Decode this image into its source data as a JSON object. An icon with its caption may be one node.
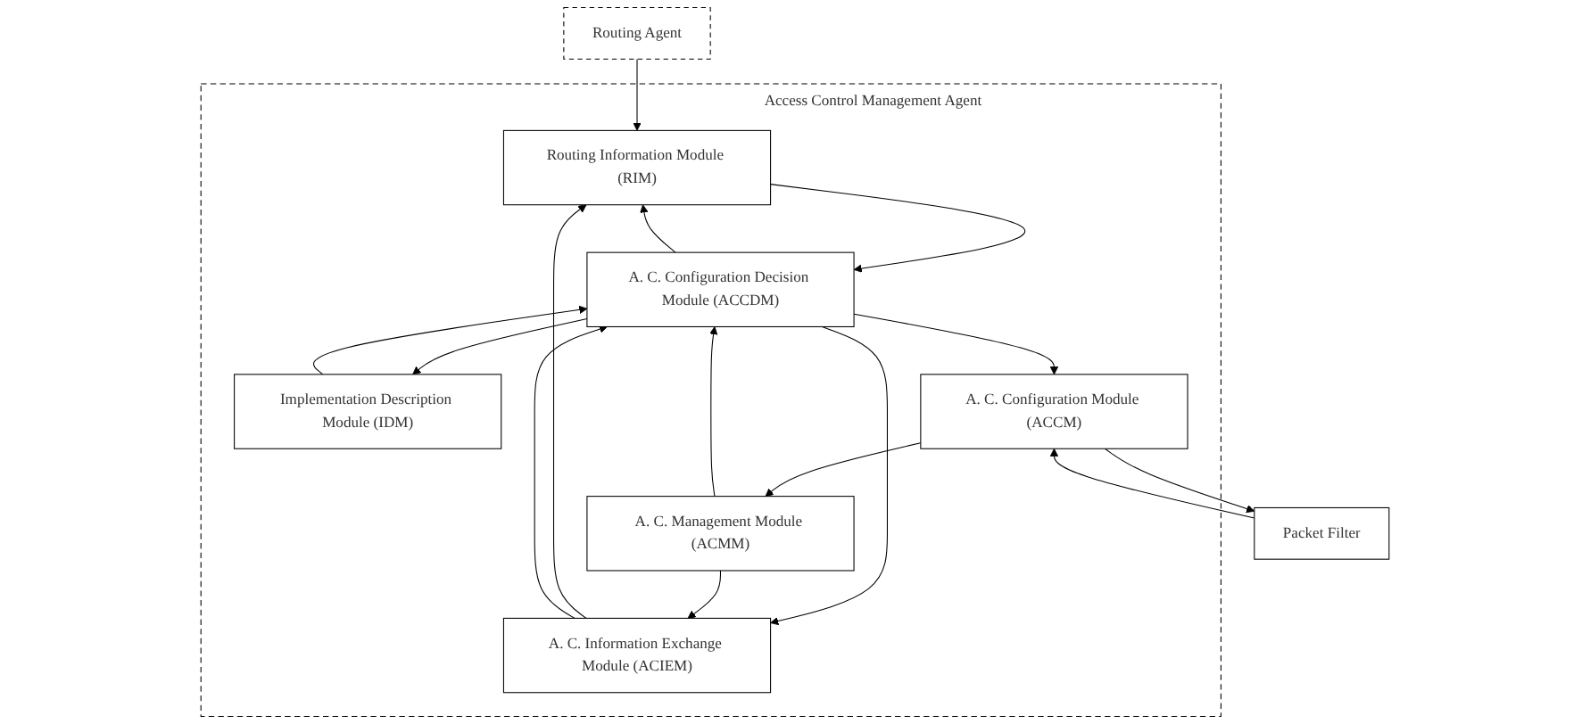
{
  "diagram": {
    "nodes": [
      {
        "text": [
          "Routing Agent"
        ]
      },
      {
        "text": [
          "Access Control Management Agent"
        ]
      },
      {
        "text": [
          "Routing Information Module (RIM)"
        ],
        "in": 1
      },
      {
        "text": [
          "A. C. Information Exchange Module (ACIEM)"
        ],
        "in": 1
      },
      {
        "text": [
          "Implementation Description Module (IDM)"
        ],
        "in": 1
      },
      {
        "text": [
          "A. C. Configuration Decision Module (ACCDM)"
        ],
        "in": 1
      },
      {
        "text": [
          "A. C. Management Module (ACMM)"
        ],
        "in": 1
      },
      {
        "text": [
          "A. C. Configuration Module (ACCM)"
        ],
        "in": 1
      },
      {
        "text": [
          "Packet Filter"
        ]
      }
    ],
    "edges": [
      {
        "from": 0,
        "to": 2,
        "arrow": "to"
      },
      {
        "from": 3,
        "to": 2,
        "arrow": "to"
      },
      {
        "from": 2,
        "to": 5,
        "arrow": "to"
      },
      {
        "from": 5,
        "to": 2,
        "arrow": "to"
      },
      {
        "from": 5,
        "to": 3,
        "arrow": "to"
      },
      {
        "from": 3,
        "to": 5,
        "arrow": "to"
      },
      {
        "from": 5,
        "to": 4,
        "arrow": "to"
      },
      {
        "from": 4,
        "to": 5,
        "arrow": "to"
      },
      {
        "from": 6,
        "to": 3,
        "arrow": "to"
      },
      {
        "from": 6,
        "to": 5,
        "arrow": "to"
      },
      {
        "from": 5,
        "to": 7,
        "arrow": "to"
      },
      {
        "from": 7,
        "to": 6,
        "arrow": "to"
      },
      {
        "from": 7,
        "to": 8,
        "arrow": "to"
      },
      {
        "from": 8,
        "to": 7,
        "arrow": "to"
      }
    ]
  }
}
